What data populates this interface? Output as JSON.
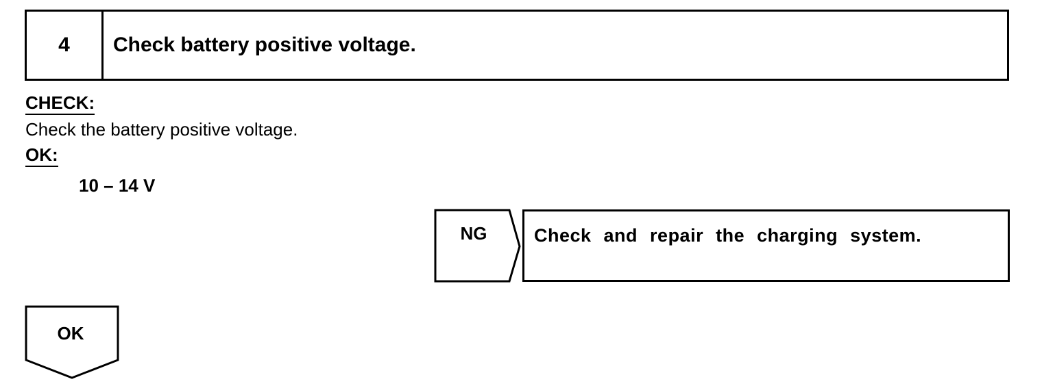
{
  "step": {
    "number": "4",
    "title": "Check battery positive voltage."
  },
  "check": {
    "label": "CHECK:",
    "text": "Check the battery positive voltage."
  },
  "ok": {
    "label": "OK:",
    "spec": "10 – 14 V"
  },
  "ng_branch": {
    "label": "NG",
    "action": "Check and repair the charging system."
  },
  "ok_branch": {
    "label": "OK"
  }
}
